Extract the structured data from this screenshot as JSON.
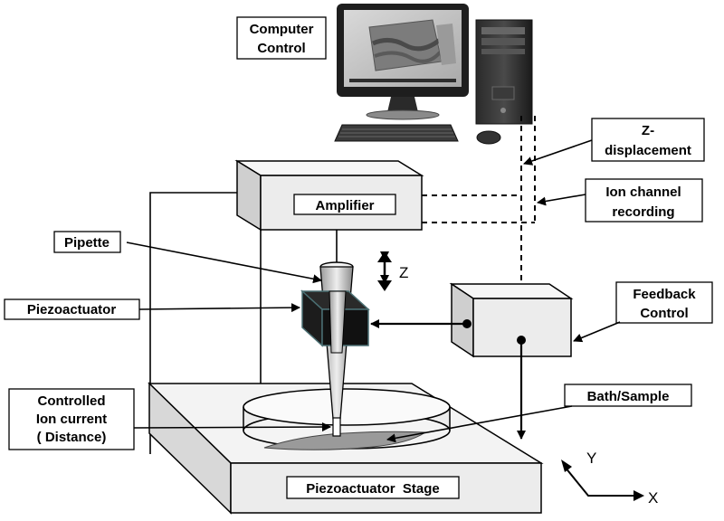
{
  "labels": {
    "computer_control": [
      "Computer",
      "Control"
    ],
    "z_displacement": [
      "Z-",
      "displacement"
    ],
    "ion_channel_recording": [
      "Ion channel",
      "recording"
    ],
    "amplifier": "Amplifier",
    "pipette": "Pipette",
    "piezoactuator": "Piezoactuator",
    "feedback_control": [
      "Feedback",
      "Control"
    ],
    "controlled_ion_current": [
      "Controlled",
      "Ion current",
      "( Distance)"
    ],
    "bath_sample": "Bath/Sample",
    "piezoactuator_stage": "Piezoactuator  Stage"
  },
  "axes": {
    "z": "Z",
    "x": "X",
    "y": "Y"
  },
  "colors": {
    "stroke": "#000000",
    "box_face": "#ececec",
    "box_top": "#f7f7f7",
    "box_side": "#cfcfcf",
    "piezo_block": "#111111",
    "piezo_edge": "#4a6f73"
  }
}
